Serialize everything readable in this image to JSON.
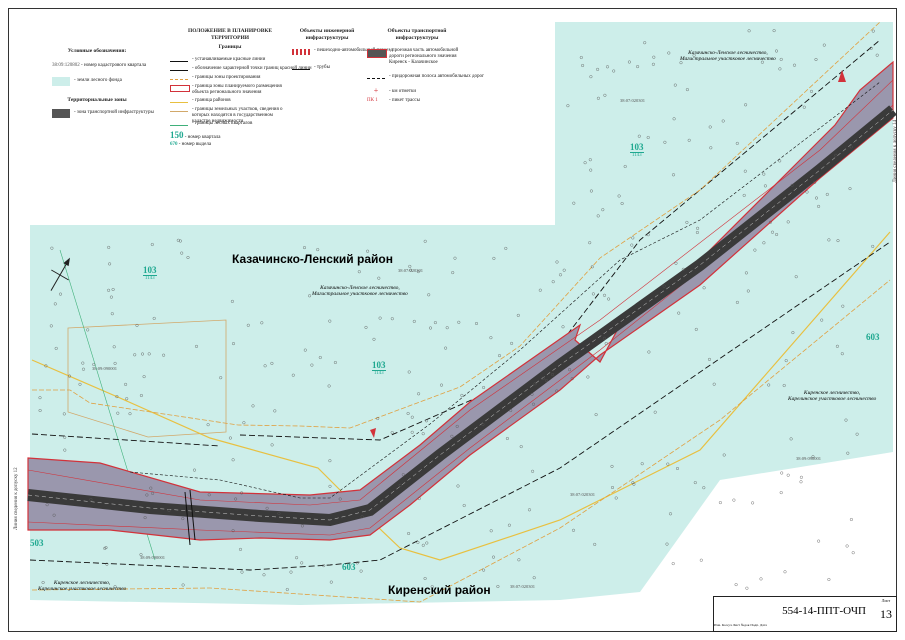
{
  "districts": {
    "kazachinsko": "Казачинско-Ленский район",
    "kirensky": "Киренский район"
  },
  "forestries": {
    "kazach_magistral_top": "Казачинско-Ленское лесничество,\nМагистральное участковое лесничество",
    "kazach_magistral_mid": "Казачинско-Ленское лесничество,\nМагистральное участковое лесничество",
    "kirensk_right": "Киренское лесничество,\nКарелинское участковое лесничество",
    "kirensk_left": "Киренское лесничество,\nКарелинское участковое лесничество"
  },
  "quarters": {
    "q103_top": {
      "num": "103",
      "sub": "1143"
    },
    "q103_left": {
      "num": "103",
      "sub": "1143"
    },
    "q103_mid": {
      "num": "103",
      "sub": "1143"
    },
    "q603_right": "603",
    "q603_bottom": "603",
    "q503_left": "503"
  },
  "cadastral": {
    "c1": "38:07:020301",
    "c2": "38:07:020301",
    "c3": "38:09:090001",
    "c4": "38:09:090001",
    "c5": "38:09:090001",
    "c6": "38:07:020301",
    "c7": "38:07:020301"
  },
  "side_text": {
    "right": "Линия сведения к допуску 14",
    "left": "Линия сведения к допуску 12"
  },
  "legend": {
    "col1_title": "Условные обозначения:",
    "col1_items": [
      {
        "code": "38:09:120802",
        "text": "- номер кадастрового квартала"
      },
      {
        "code": "",
        "text": "- земли лесного фонда"
      }
    ],
    "col1_sub": "Территориальные зоны",
    "col1_zone": "- зона транспортной инфраструктуры",
    "col2_title": "ПОЛОЖЕНИЕ В ПЛАНИРОВКЕ ТЕРРИТОРИИ",
    "col2_sub": "Границы",
    "col2_items": [
      "- устанавливаемые красные линии",
      "- обозначение характерной точки границ красной линии",
      "- границы зоны проектирования",
      "- граница зоны планируемого размещения объекта регионального значения",
      "- граница районов",
      "- границы земельных участков, сведения о которых находятся в государственном кадастре недвижимости",
      "- границы лесных кварталов"
    ],
    "col2_num": "150",
    "col2_num_text": "- номер квартала",
    "col2_num2": "670",
    "col2_num2_text": "- номер выдела",
    "col3_title": "Объекты инженерной инфраструктуры",
    "col3_items": [
      "- пешеходно-автомобильный переезд",
      "- трубы"
    ],
    "col4_title": "Объекты транспортной инфраструктуры",
    "col4_items": [
      "- проезжая часть автомобильной дороги регионального значения Киренск - Казачинское",
      "- придорожная полоса автомобильных дорог",
      "- км отметки",
      "- пикет трассы"
    ],
    "col4_pk": "ПК 1"
  },
  "title_block": {
    "code": "554-14-ППТ-ОЧП",
    "sheet_label": "Лист",
    "sheet_no": "13",
    "signs": "Изм. Кол.уч Лист №док Подп. Дата"
  },
  "colors": {
    "forest": "#cdeeea",
    "road_zone": "#9a97ad",
    "road": "#3a3a3a",
    "red_line": "#d2323a",
    "boundary_orange": "#e0a040",
    "dashed_black": "#111111",
    "district_line": "#e8c040",
    "accent_green": "#1fa890"
  }
}
